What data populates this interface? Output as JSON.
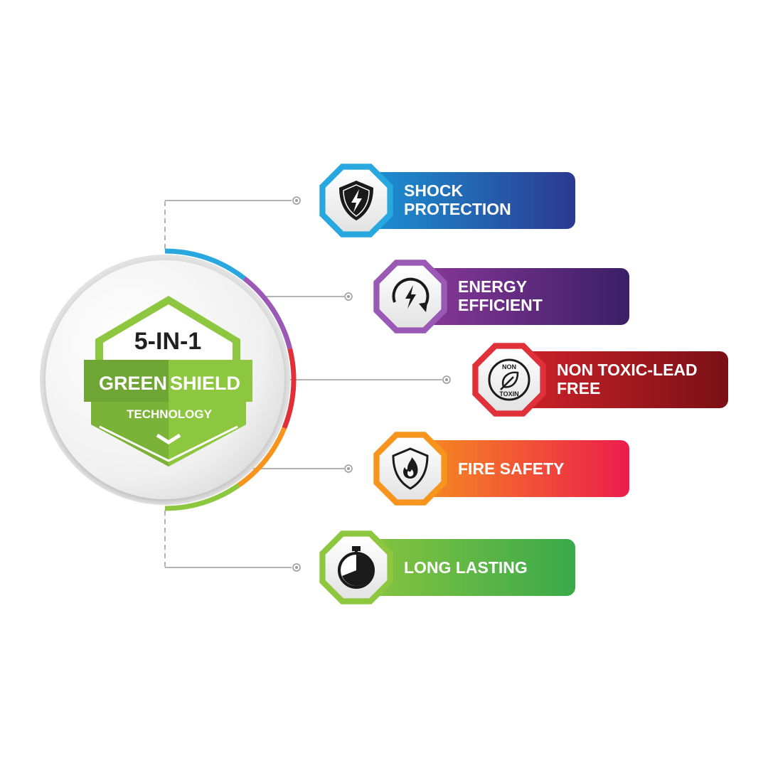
{
  "badge": {
    "line1": "5-IN-1",
    "word_green": "GREEN",
    "word_shield": "SHIELD",
    "technology": "TECHNOLOGY"
  },
  "features": [
    {
      "label_line1": "SHOCK",
      "label_line2": "PROTECTION",
      "icon": "shock-shield-icon",
      "color_start": "#1a9ad9",
      "color_end": "#2b3990",
      "ring": "#29a8e0"
    },
    {
      "label_line1": "ENERGY",
      "label_line2": "EFFICIENT",
      "icon": "energy-cycle-icon",
      "color_start": "#8e3a9c",
      "color_end": "#3b1f66",
      "ring": "#9b59b6"
    },
    {
      "label_line1": "NON TOXIC-LEAD",
      "label_line2": "FREE",
      "icon": "non-toxin-leaf-icon",
      "icon_text_top": "NON",
      "icon_text_bottom": "TOXIN",
      "color_start": "#d3242a",
      "color_end": "#7a1016",
      "ring": "#e0303a"
    },
    {
      "label_line1": "FIRE SAFETY",
      "label_line2": "",
      "icon": "fire-shield-icon",
      "color_start": "#f7941d",
      "color_end": "#ec1c4b",
      "ring": "#f7941d"
    },
    {
      "label_line1": "LONG LASTING",
      "label_line2": "",
      "icon": "stopwatch-icon",
      "color_start": "#8dc63f",
      "color_end": "#39a94a",
      "ring": "#8dc63f"
    }
  ],
  "colors": {
    "badge_green_light": "#8dc63f",
    "badge_green_dark": "#6ea534",
    "connector_gray": "#9a9a9a"
  }
}
